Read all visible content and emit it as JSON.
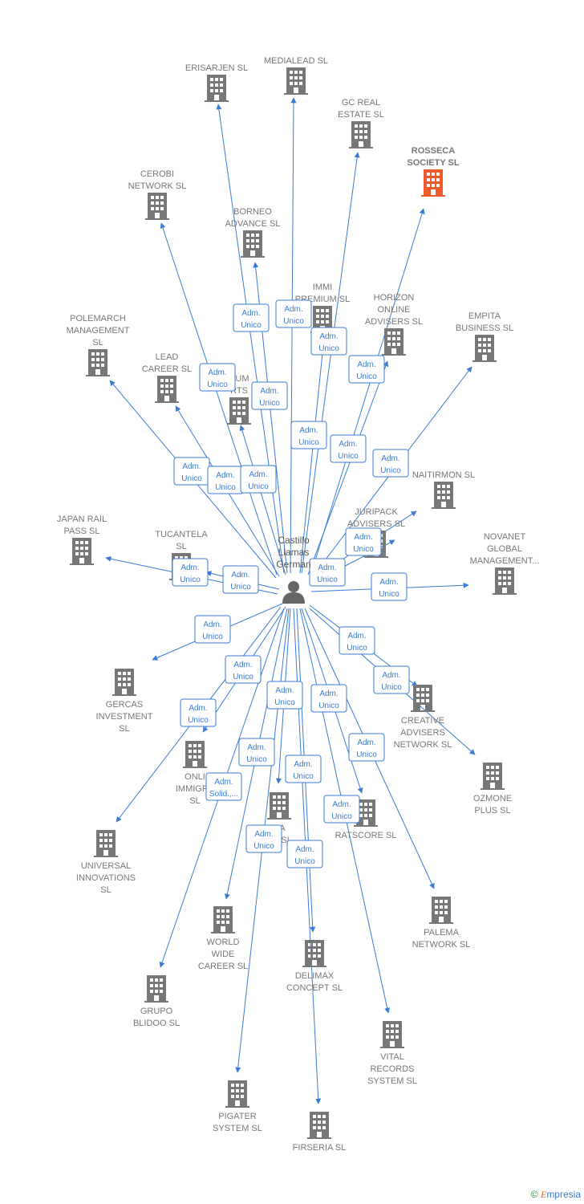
{
  "colors": {
    "edge": "#3a7bd5",
    "building": "#777777",
    "highlight": "#f15a2b",
    "person": "#666666"
  },
  "center": {
    "lines": [
      "Castillo",
      "Llamas",
      "German"
    ],
    "icon": "person-icon"
  },
  "nodes": [
    {
      "id": "erisarjen",
      "lines": [
        "ERISARJEN  SL"
      ],
      "highlight": false
    },
    {
      "id": "medialead",
      "lines": [
        "MEDIALEAD  SL"
      ],
      "highlight": false
    },
    {
      "id": "gcreal",
      "lines": [
        "GC REAL",
        "ESTATE  SL"
      ],
      "highlight": false
    },
    {
      "id": "rosseca",
      "lines": [
        "ROSSECA",
        "SOCIETY  SL"
      ],
      "highlight": true
    },
    {
      "id": "cerobi",
      "lines": [
        "CEROBI",
        "NETWORK  SL"
      ],
      "highlight": false
    },
    {
      "id": "borneo",
      "lines": [
        "BORNEO",
        "ADVANCE  SL"
      ],
      "highlight": false
    },
    {
      "id": "immi",
      "lines": [
        "IMMI",
        "PREMIUM  SL"
      ],
      "highlight": false
    },
    {
      "id": "horizon",
      "lines": [
        "HORIZON",
        "ONLINE",
        "ADVISERS  SL"
      ],
      "highlight": false
    },
    {
      "id": "empita",
      "lines": [
        "EMPITA",
        "BUSINESS  SL"
      ],
      "highlight": false
    },
    {
      "id": "polemarch",
      "lines": [
        "POLEMARCH",
        "MANAGEMENT",
        "SL"
      ],
      "highlight": false
    },
    {
      "id": "leadcareer",
      "lines": [
        "LEAD",
        "CAREER  SL"
      ],
      "highlight": false
    },
    {
      "id": "dumrts",
      "lines": [
        "DUM",
        "RTS"
      ],
      "highlight": false
    },
    {
      "id": "naitirmon",
      "lines": [
        "NAITIRMON  SL"
      ],
      "highlight": false
    },
    {
      "id": "juripack",
      "lines": [
        "JURIPACK",
        "ADVISERS  SL"
      ],
      "highlight": false
    },
    {
      "id": "japanrail",
      "lines": [
        "JAPAN RAIL",
        "PASS  SL"
      ],
      "highlight": false
    },
    {
      "id": "tucantela",
      "lines": [
        "TUCANTELA",
        "SL"
      ],
      "highlight": false
    },
    {
      "id": "novanet",
      "lines": [
        "NOVANET",
        "GLOBAL",
        "MANAGEMENT..."
      ],
      "highlight": false
    },
    {
      "id": "gercas",
      "lines": [
        "GERCAS",
        "INVESTMENT",
        "SL"
      ],
      "highlight": false
    },
    {
      "id": "creative",
      "lines": [
        "CREATIVE",
        "ADVISERS",
        "NETWORK  SL"
      ],
      "highlight": false
    },
    {
      "id": "onlineimmigra",
      "lines": [
        "ONLI",
        "IMMIGRA",
        "SL"
      ],
      "highlight": false
    },
    {
      "id": "ozmone",
      "lines": [
        "OZMONE",
        "PLUS  SL"
      ],
      "highlight": false
    },
    {
      "id": "na",
      "lines": [
        "NA",
        "RS  SL"
      ],
      "highlight": false
    },
    {
      "id": "ratscore",
      "lines": [
        "RATSCORE  SL"
      ],
      "highlight": false
    },
    {
      "id": "universal",
      "lines": [
        "UNIVERSAL",
        "INNOVATIONS",
        "SL"
      ],
      "highlight": false
    },
    {
      "id": "palema",
      "lines": [
        "PALEMA",
        "NETWORK  SL"
      ],
      "highlight": false
    },
    {
      "id": "worldwide",
      "lines": [
        "WORLD",
        "WIDE",
        "CAREER  SL"
      ],
      "highlight": false
    },
    {
      "id": "delimax",
      "lines": [
        "DELIMAX",
        "CONCEPT  SL"
      ],
      "highlight": false
    },
    {
      "id": "grupoblidoo",
      "lines": [
        "GRUPO",
        "BLIDOO SL"
      ],
      "highlight": false
    },
    {
      "id": "vitalrecords",
      "lines": [
        "VITAL",
        "RECORDS",
        "SYSTEM  SL"
      ],
      "highlight": false
    },
    {
      "id": "pigater",
      "lines": [
        "PIGATER",
        "SYSTEM  SL"
      ],
      "highlight": false
    },
    {
      "id": "firseria",
      "lines": [
        "FIRSERIA SL"
      ],
      "highlight": false
    }
  ],
  "badges": [
    {
      "id": "b1",
      "lines": [
        "Adm.",
        "Unico"
      ]
    },
    {
      "id": "b2",
      "lines": [
        "Adm.",
        "Unico"
      ]
    },
    {
      "id": "b3",
      "lines": [
        "Adm.",
        "Unico"
      ]
    },
    {
      "id": "b4",
      "lines": [
        "Adm.",
        "Unico"
      ]
    },
    {
      "id": "b5",
      "lines": [
        "Adm.",
        "Unico"
      ]
    },
    {
      "id": "b6",
      "lines": [
        "Adm.",
        "Unico"
      ]
    },
    {
      "id": "b7",
      "lines": [
        "Adm.",
        "Unico"
      ]
    },
    {
      "id": "b8",
      "lines": [
        "Adm.",
        "Unico"
      ]
    },
    {
      "id": "b9",
      "lines": [
        "Adm.",
        "Unico"
      ]
    },
    {
      "id": "b10",
      "lines": [
        "Adm.",
        "Unico"
      ]
    },
    {
      "id": "b11",
      "lines": [
        "Adm.",
        "Unico"
      ]
    },
    {
      "id": "b12",
      "lines": [
        "Adm.",
        "Unico"
      ]
    },
    {
      "id": "b13",
      "lines": [
        "Adm.",
        "Unico"
      ]
    },
    {
      "id": "b14",
      "lines": [
        "Adm.",
        "Unico"
      ]
    },
    {
      "id": "b15",
      "lines": [
        "Adm.",
        "Unico"
      ]
    },
    {
      "id": "b16",
      "lines": [
        "Adm.",
        "Unico"
      ]
    },
    {
      "id": "b17",
      "lines": [
        "Adm.",
        "Unico"
      ]
    },
    {
      "id": "b18",
      "lines": [
        "Adm.",
        "Unico"
      ]
    },
    {
      "id": "b19",
      "lines": [
        "Adm.",
        "Unico"
      ]
    },
    {
      "id": "b20",
      "lines": [
        "Adm.",
        "Unico"
      ]
    },
    {
      "id": "b21",
      "lines": [
        "Adm.",
        "Unico"
      ]
    },
    {
      "id": "b22",
      "lines": [
        "Adm.",
        "Unico"
      ]
    },
    {
      "id": "b23",
      "lines": [
        "Adm.",
        "Unico"
      ]
    },
    {
      "id": "b24",
      "lines": [
        "Adm.",
        "Unico"
      ]
    },
    {
      "id": "b25",
      "lines": [
        "Adm.",
        "Unico"
      ]
    },
    {
      "id": "b26",
      "lines": [
        "Adm.",
        "Unico"
      ]
    },
    {
      "id": "b27",
      "lines": [
        "Adm.",
        "Solid.,..."
      ]
    },
    {
      "id": "b28",
      "lines": [
        "Adm.",
        "Unico"
      ]
    },
    {
      "id": "b29",
      "lines": [
        "Adm.",
        "Unico"
      ]
    },
    {
      "id": "b30",
      "lines": [
        "Adm.",
        "Unico"
      ]
    },
    {
      "id": "b31",
      "lines": [
        "Adm.",
        "Unico"
      ]
    }
  ],
  "footer": {
    "copyright": "©",
    "brand_initial": "E",
    "brand_rest": "mpresia"
  }
}
